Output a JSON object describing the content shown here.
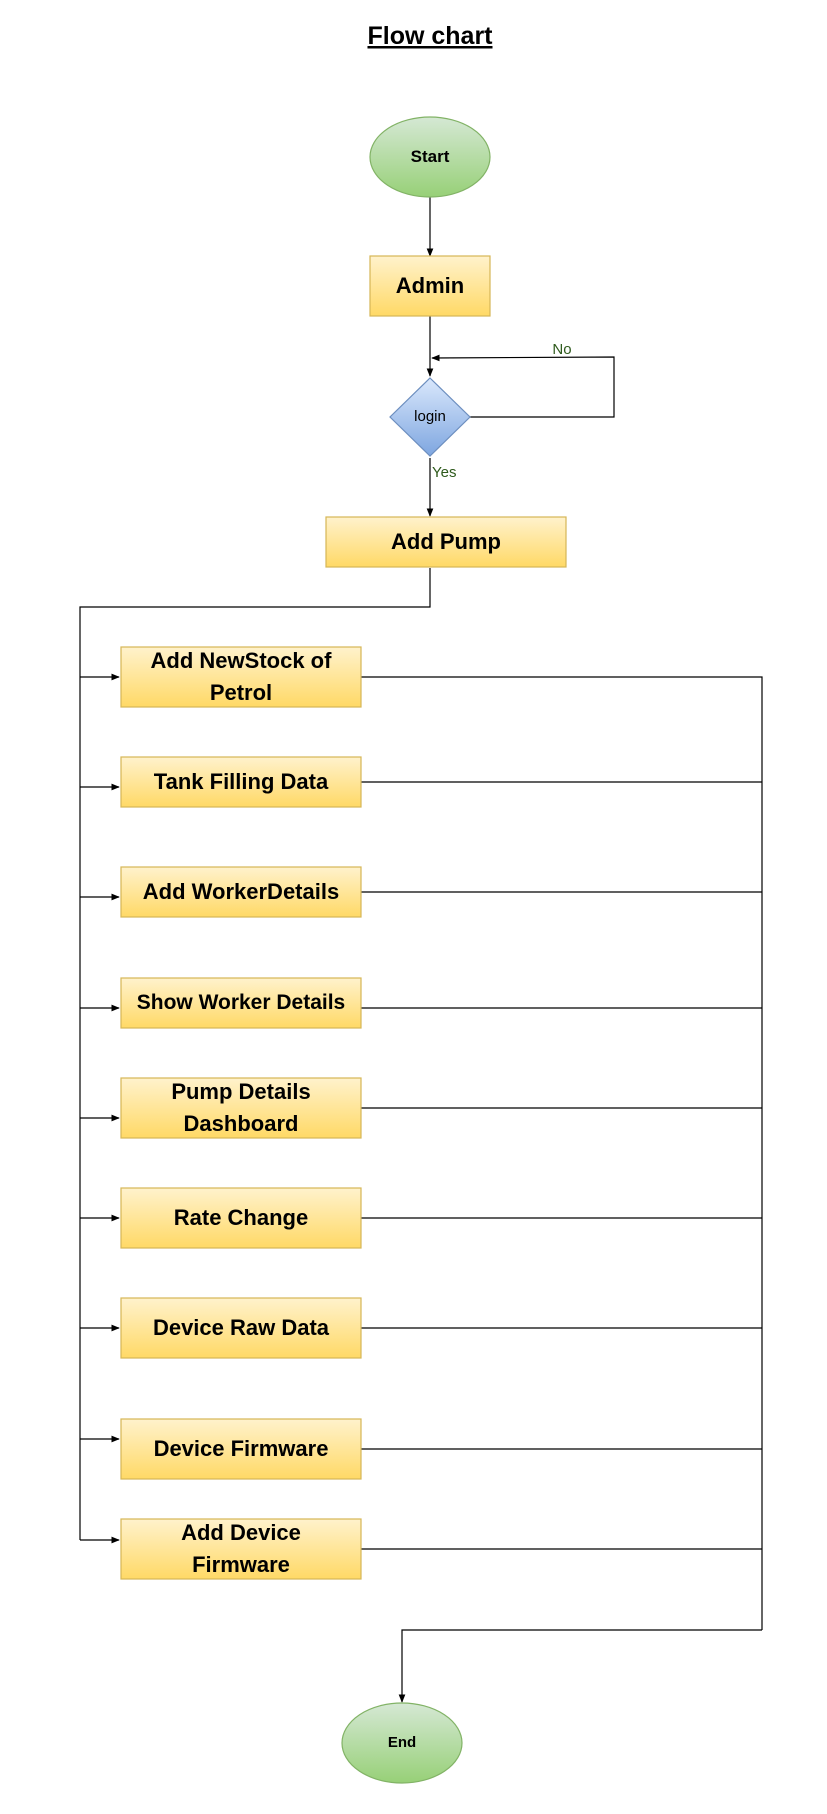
{
  "title": "Flow chart",
  "nodes": {
    "start": "Start",
    "admin": "Admin",
    "login": "login",
    "add_pump": "Add Pump",
    "add_new_stock": "Add NewStock of Petrol",
    "tank_filling": "Tank Filling Data",
    "add_worker": "Add WorkerDetails",
    "show_worker": "Show Worker Details",
    "pump_dashboard": "Pump Details Dashboard",
    "rate_change": "Rate Change",
    "device_raw": "Device Raw Data",
    "device_firmware": "Device Firmware",
    "add_device_firmware": "Add Device Firmware",
    "end": "End"
  },
  "edge_labels": {
    "no": "No",
    "yes": "Yes"
  },
  "colors": {
    "process_fill_top": "#fff2cc",
    "process_fill_bottom": "#ffd966",
    "process_stroke": "#d6b656",
    "terminal_fill_top": "#d5e8d4",
    "terminal_fill_bottom": "#97d077",
    "terminal_stroke": "#82b366",
    "decision_fill_top": "#dae8fc",
    "decision_fill_bottom": "#7ea6e0",
    "decision_stroke": "#6c8ebf",
    "edge": "#000000",
    "edge_label": "#2e5a1c"
  }
}
